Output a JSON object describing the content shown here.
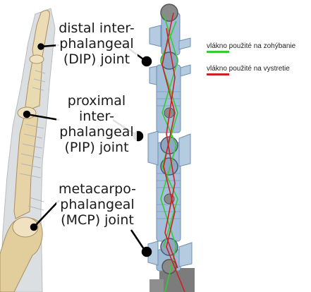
{
  "labels": {
    "dip": [
      "distal inter-",
      "phalangeal",
      "(DIP) joint"
    ],
    "pip": [
      "proximal",
      "inter-",
      "phalangeal",
      "(PIP) joint"
    ],
    "mcp": [
      "metacarpo-",
      "phalangeal",
      "(MCP) joint"
    ]
  },
  "legend": [
    {
      "text": "vlákno použité na zohýbanie",
      "color": "#33cc33"
    },
    {
      "text": "vlákno použité na vystretie",
      "color": "#cc2222"
    }
  ],
  "colors": {
    "bone": "#e8d8b0",
    "bone_shadow": "#c8b184",
    "tendon": "#d9dde0",
    "printed_part": "#9fbad6",
    "printed_dark": "#6f8fb3",
    "frame": "#8d8d8d",
    "flexion": "#33cc33",
    "extension": "#cc2222"
  }
}
